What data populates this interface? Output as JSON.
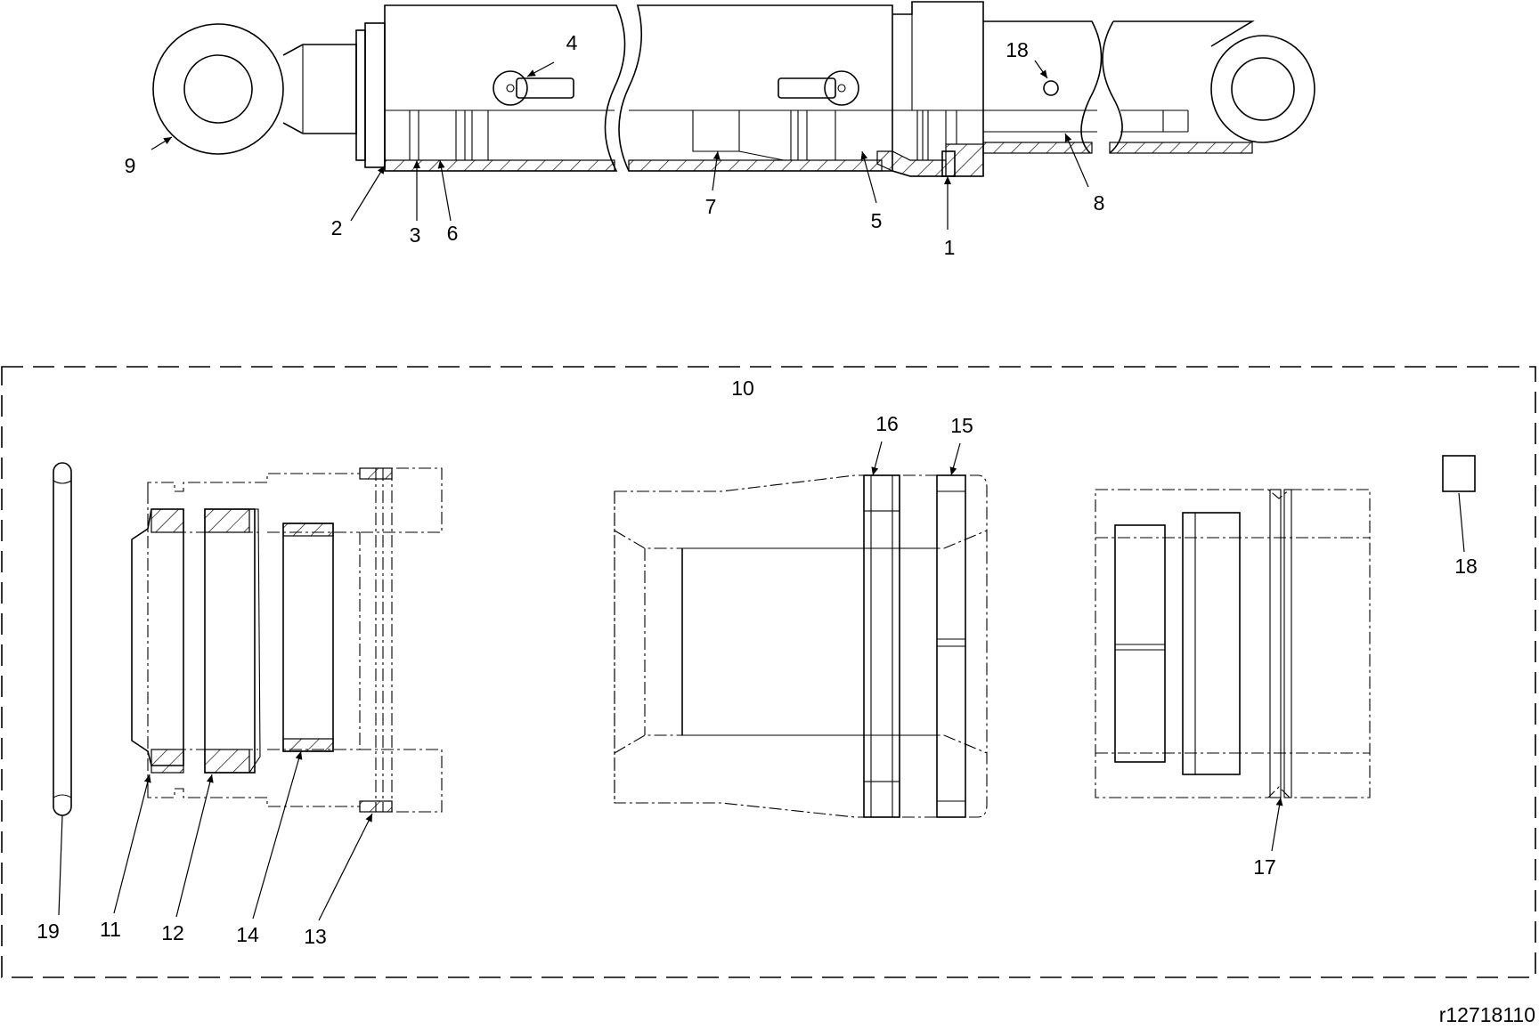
{
  "callouts": [
    {
      "id": "c4",
      "text": "4"
    },
    {
      "id": "c18a",
      "text": "18"
    },
    {
      "id": "c9",
      "text": "9"
    },
    {
      "id": "c2",
      "text": "2"
    },
    {
      "id": "c3",
      "text": "3"
    },
    {
      "id": "c6",
      "text": "6"
    },
    {
      "id": "c7",
      "text": "7"
    },
    {
      "id": "c5",
      "text": "5"
    },
    {
      "id": "c1",
      "text": "1"
    },
    {
      "id": "c8",
      "text": "8"
    },
    {
      "id": "c10",
      "text": "10"
    },
    {
      "id": "c16",
      "text": "16"
    },
    {
      "id": "c15",
      "text": "15"
    },
    {
      "id": "c18b",
      "text": "18"
    },
    {
      "id": "c17",
      "text": "17"
    },
    {
      "id": "c19",
      "text": "19"
    },
    {
      "id": "c11",
      "text": "11"
    },
    {
      "id": "c12",
      "text": "12"
    },
    {
      "id": "c14",
      "text": "14"
    },
    {
      "id": "c13",
      "text": "13"
    }
  ],
  "reference_code": "r12718110"
}
